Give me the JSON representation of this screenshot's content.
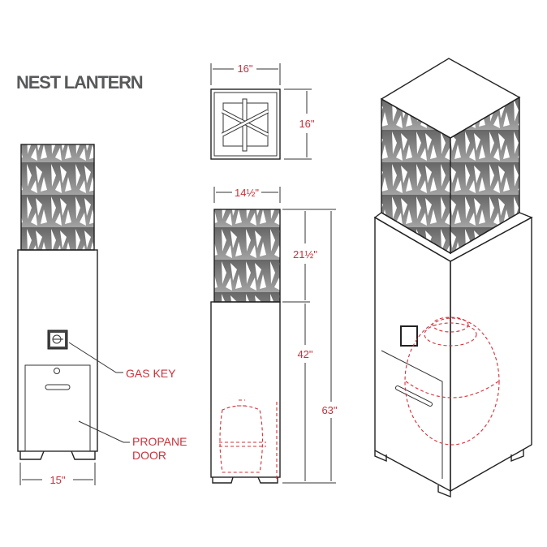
{
  "title": "NEST LANTERN",
  "front_view": {
    "width_label": "15\"",
    "callouts": {
      "gas_key": "GAS KEY",
      "propane_line1": "PROPANE",
      "propane_line2": "DOOR"
    }
  },
  "top_view": {
    "width_label": "16\"",
    "depth_label": "16\""
  },
  "side_view": {
    "screen_width_label": "14½\"",
    "screen_height_label": "21½\"",
    "base_height_label": "42\"",
    "total_height_label": "63\""
  },
  "colors": {
    "dimension_text": "#c8323c",
    "title": "#58595b",
    "screen": "#8a8a8a"
  }
}
